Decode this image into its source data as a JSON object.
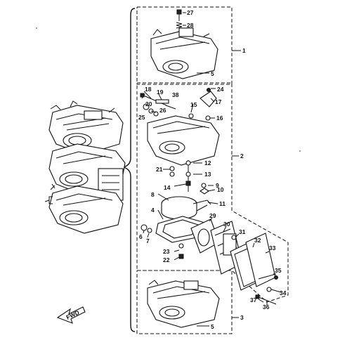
{
  "callouts": {
    "c1": "1",
    "c2": "2",
    "c3": "3",
    "c4": "4",
    "c5a": "5",
    "c5b": "5",
    "c6": "6",
    "c7": "7",
    "c8": "8",
    "c9": "9",
    "c10": "10",
    "c11": "11",
    "c12": "12",
    "c13": "13",
    "c14": "14",
    "c15": "15",
    "c16": "16",
    "c17": "17",
    "c18": "18",
    "c19": "19",
    "c21": "21",
    "c22": "22",
    "c23": "23",
    "c24": "24",
    "c25": "25",
    "c26": "26",
    "c27": "27",
    "c28": "28",
    "c29": "29",
    "c30": "30",
    "c31": "31",
    "c32": "32",
    "c33": "33",
    "c34": "34",
    "c35": "35",
    "c36": "36",
    "c37": "37",
    "c38": "38"
  },
  "arrow_label": "FWD"
}
